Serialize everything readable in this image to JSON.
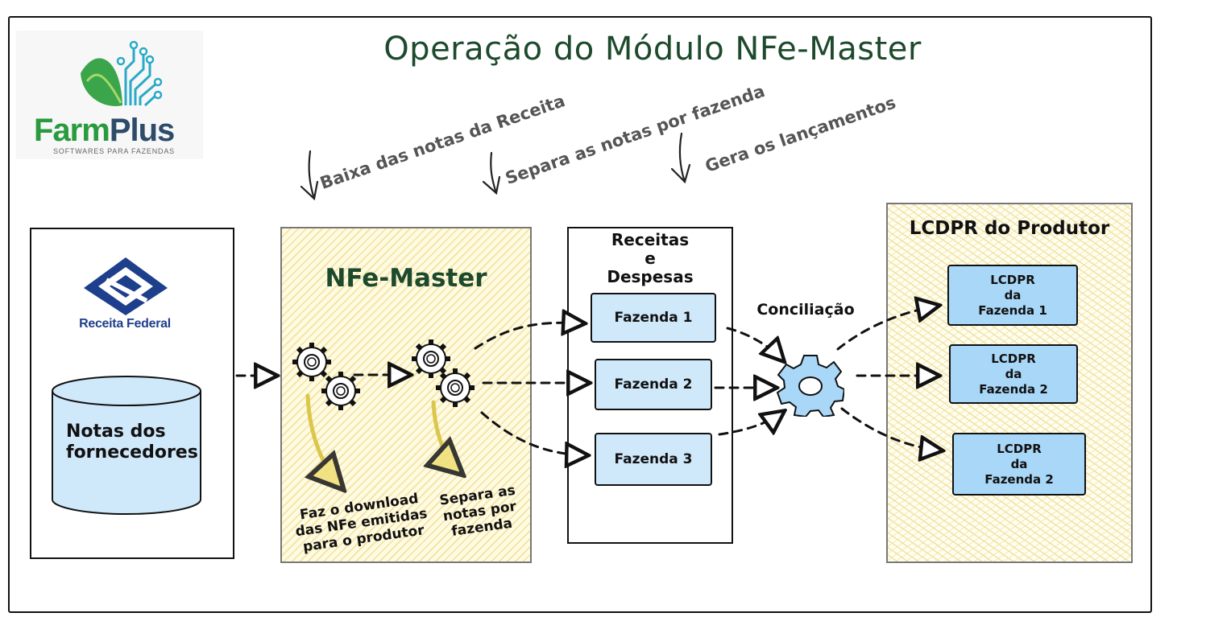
{
  "title": "Operação do Módulo NFe-Master",
  "logo": {
    "brand_part1": "Farm",
    "brand_part2": "Plus",
    "tagline": "SOFTWARES PARA FAZENDAS"
  },
  "top_notes": {
    "note1": "Baixa das notas da Receita",
    "note2": "Separa as notas por fazenda",
    "note3": "Gera os lançamentos"
  },
  "source": {
    "org_name": "Receita Federal",
    "db_label_line1": "Notas dos",
    "db_label_line2": "fornecedores"
  },
  "nfe": {
    "heading": "NFe-Master",
    "note_download": [
      "Faz o download",
      "das NFe emitidas",
      "para o produtor"
    ],
    "note_separa": [
      "Separa as",
      "notas por",
      "fazenda"
    ]
  },
  "receitas": {
    "heading": [
      "Receitas",
      "e",
      "Despesas"
    ],
    "items": [
      "Fazenda 1",
      "Fazenda 2",
      "Fazenda 3"
    ]
  },
  "conciliacao": {
    "label": "Conciliação"
  },
  "lcdpr": {
    "heading": "LCDPR do Produtor",
    "items": [
      [
        "LCDPR",
        "da",
        "Fazenda 1"
      ],
      [
        "LCDPR",
        "da",
        "Fazenda 2"
      ],
      [
        "LCDPR",
        "da",
        "Fazenda 2"
      ]
    ]
  },
  "colors": {
    "title_green": "#1d4a2c",
    "brand_green": "#2a9a3e",
    "brand_navy": "#2c4c6a",
    "box_blue": "#cfe8fa",
    "lcdpr_blue": "#a9d7f7",
    "receita_navy": "#1d3f8c",
    "hatch_yellow": "#f4e6a8"
  }
}
